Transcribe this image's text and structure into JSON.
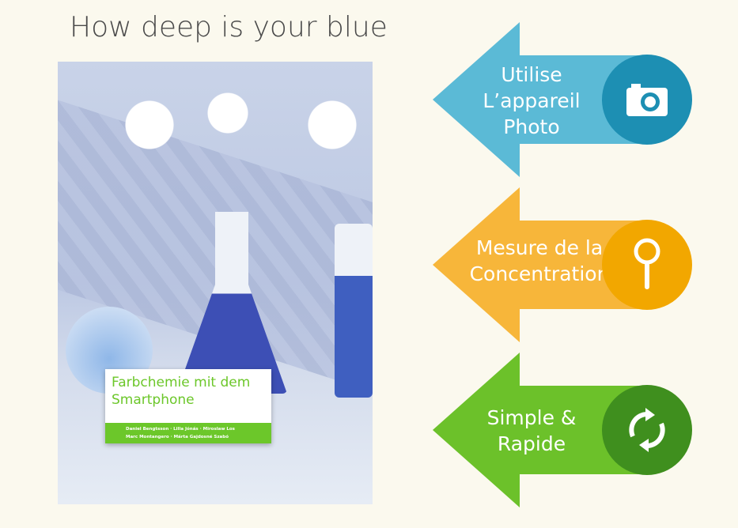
{
  "slide": {
    "title": "How deep is your blue"
  },
  "book": {
    "title_line1": "Farbchemie mit dem",
    "title_line2": "Smartphone",
    "authors_line1": "Daniel Bengtsson · Lilla Jónás · Miroslaw Los",
    "authors_line2": "Marc Montangero · Márta Gajdosné Szabó"
  },
  "arrows": [
    {
      "lines": [
        "Utilise",
        "L’appareil",
        "Photo"
      ],
      "color": "#5bbad6",
      "circle_color": "#1d8fb3",
      "icon": "camera-icon"
    },
    {
      "lines": [
        "Mesure de la",
        "Concentration"
      ],
      "color": "#f7b63a",
      "circle_color": "#f2a700",
      "icon": "magnifier-icon"
    },
    {
      "lines": [
        "Simple &",
        "Rapide"
      ],
      "color": "#6cc12a",
      "circle_color": "#3f8f1e",
      "icon": "refresh-icon"
    }
  ]
}
